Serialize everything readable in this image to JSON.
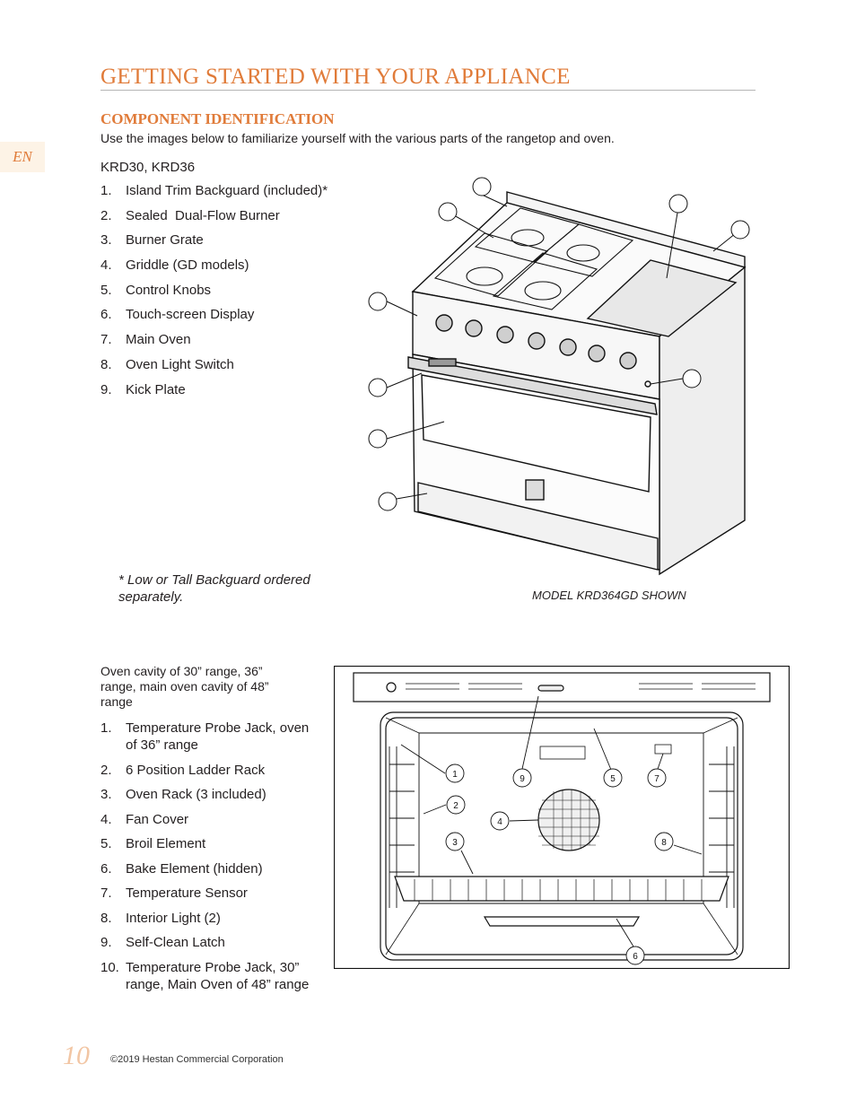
{
  "header": {
    "title": "GETTING STARTED WITH YOUR APPLIANCE",
    "lang_tab": "EN"
  },
  "section": {
    "heading": "COMPONENT IDENTIFICATION",
    "intro": "Use the images below to familiarize yourself with the various parts of the rangetop and oven."
  },
  "rangetop": {
    "model_heading": "KRD30, KRD36",
    "items": [
      {
        "num": "1.",
        "label": "Island Trim Backguard (included)*"
      },
      {
        "num": "2.",
        "label": "Sealed  Dual-Flow Burner"
      },
      {
        "num": "3.",
        "label": "Burner Grate"
      },
      {
        "num": "4.",
        "label": "Griddle (GD models)"
      },
      {
        "num": "5.",
        "label": "Control Knobs"
      },
      {
        "num": "6.",
        "label": "Touch-screen Display"
      },
      {
        "num": "7.",
        "label": "Main Oven"
      },
      {
        "num": "8.",
        "label": "Oven Light Switch"
      },
      {
        "num": "9.",
        "label": "Kick Plate"
      }
    ],
    "note_line1": "* Low or Tall Backguard ordered",
    "note_line2": "separately.",
    "model_shown": "MODEL KRD364GD SHOWN"
  },
  "oven": {
    "intro_line1": "Oven cavity of 30” range, 36”",
    "intro_line2": "range, main oven cavity of 48”",
    "intro_line3": "range",
    "items": [
      {
        "num": "1.",
        "label": "Temperature Probe Jack, oven",
        "label2": "of 36” range"
      },
      {
        "num": "2.",
        "label": "6 Position Ladder Rack"
      },
      {
        "num": "3.",
        "label": "Oven Rack (3 included)"
      },
      {
        "num": "4.",
        "label": "Fan Cover"
      },
      {
        "num": "5.",
        "label": "Broil Element"
      },
      {
        "num": "6.",
        "label": "Bake Element (hidden)"
      },
      {
        "num": "7.",
        "label": "Temperature Sensor"
      },
      {
        "num": "8.",
        "label": "Interior Light (2)"
      },
      {
        "num": "9.",
        "label": "Self-Clean Latch"
      },
      {
        "num": "10.",
        "label": "Temperature Probe Jack, 30”",
        "label2": "range, Main Oven of 48” range"
      }
    ],
    "callouts": [
      "1",
      "2",
      "3",
      "4",
      "5",
      "6",
      "7",
      "8",
      "9"
    ]
  },
  "footer": {
    "page_number": "10",
    "copyright": "©2019 Hestan Commercial Corporation"
  }
}
